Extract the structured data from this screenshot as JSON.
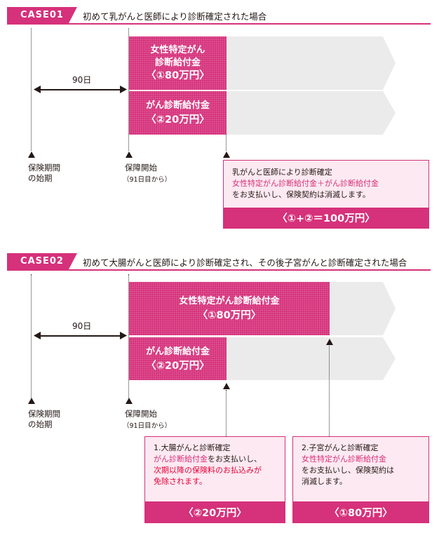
{
  "case1": {
    "tag": "CASE01",
    "title": "初めて乳がんと医師により診断確定された場合",
    "block1": {
      "line1": "女性特定がん",
      "line2": "診断給付金",
      "line3": "〈①80万円〉"
    },
    "block2": {
      "line1": "がん診断給付金",
      "line2": "〈②20万円〉"
    },
    "days": "90日",
    "start_label": {
      "line1": "保険期間",
      "line2": "の始期"
    },
    "coverage_label": {
      "line1": "保障開始",
      "line2": "（91日目から）"
    },
    "callout": {
      "line1": "乳がんと医師により診断確定",
      "line2": "女性特定がん診断給付金＋がん診断給付金",
      "line3": "をお支払いし、保険契約は消滅します。",
      "footer": "〈①+②＝100万円〉"
    }
  },
  "case2": {
    "tag": "CASE02",
    "title": "初めて大腸がんと医師により診断確定され、その後子宮がんと診断確定された場合",
    "block1": {
      "line1": "女性特定がん診断給付金",
      "line2": "〈①80万円〉"
    },
    "block2": {
      "line1": "がん診断給付金",
      "line2": "〈②20万円〉"
    },
    "days": "90日",
    "start_label": {
      "line1": "保険期間",
      "line2": "の始期"
    },
    "coverage_label": {
      "line1": "保障開始",
      "line2": "（91日目から）"
    },
    "callout1": {
      "line1": "1.大腸がんと診断確定",
      "line2a": "がん診断給付金",
      "line2b": "をお支払いし、",
      "line3": "次期以降の保険料のお払込みが",
      "line4": "免除されます。",
      "footer": "〈②20万円〉"
    },
    "callout2": {
      "line1": "2.子宮がんと診断確定",
      "line2": "女性特定がん診断給付金",
      "line3": "をお支払いし、保険契約は",
      "line4": "消滅します。",
      "footer": "〈①80万円〉"
    }
  },
  "colors": {
    "accent": "#d6317b",
    "callout_bg": "#fde9f1",
    "gray": "#ebebeb",
    "red": "#e6003a"
  }
}
